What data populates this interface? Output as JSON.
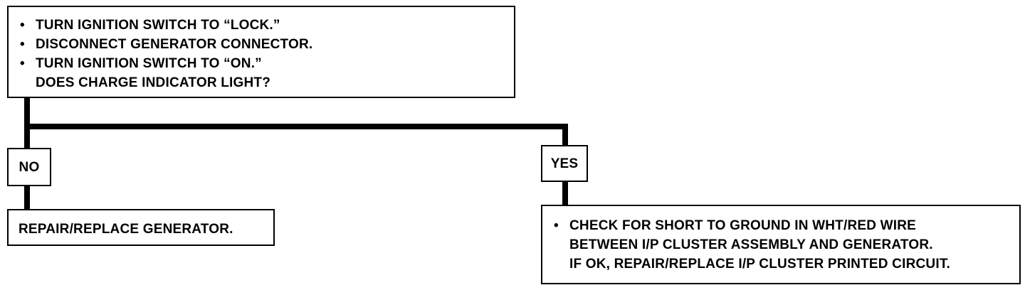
{
  "top_box": {
    "lines": [
      {
        "bullet": true,
        "text": "TURN IGNITION SWITCH TO “LOCK.”"
      },
      {
        "bullet": true,
        "text": "DISCONNECT GENERATOR CONNECTOR."
      },
      {
        "bullet": true,
        "text": "TURN IGNITION SWITCH TO “ON.”"
      },
      {
        "bullet": false,
        "text": "DOES CHARGE INDICATOR LIGHT?"
      }
    ]
  },
  "branches": {
    "no": {
      "label": "NO",
      "result": "REPAIR/REPLACE GENERATOR."
    },
    "yes": {
      "label": "YES",
      "result_lines": [
        {
          "bullet": true,
          "text": "CHECK FOR SHORT TO GROUND IN WHT/RED WIRE"
        },
        {
          "bullet": false,
          "text": "BETWEEN I/P CLUSTER ASSEMBLY AND GENERATOR."
        },
        {
          "bullet": false,
          "text": "IF OK, REPAIR/REPLACE I/P CLUSTER PRINTED CIRCUIT."
        }
      ]
    }
  }
}
